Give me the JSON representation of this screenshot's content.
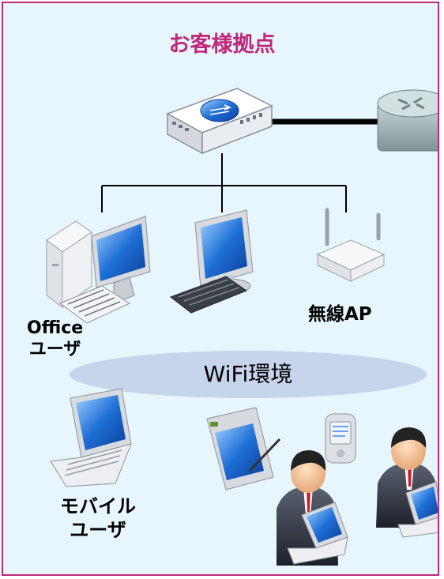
{
  "title": "お客様拠点",
  "labels": {
    "office_line1": "Office",
    "office_line2": "ユーザ",
    "mobile_line1": "モバイル",
    "mobile_line2": "ユーザ",
    "ap": "無線AP",
    "wifi": "WiFi環境"
  },
  "colors": {
    "border": "#c0287a",
    "title": "#c0287a",
    "background": "#e6f6fc",
    "wifi_ellipse": "#c6d4ec",
    "screen": "#1f6fd6"
  },
  "icons": [
    "switch-icon",
    "router-icon",
    "desktop-pc-icon",
    "monitor-pc-icon",
    "wireless-ap-icon",
    "laptop-icon",
    "tablet-pc-icon",
    "pda-icon",
    "business-user-icon"
  ]
}
